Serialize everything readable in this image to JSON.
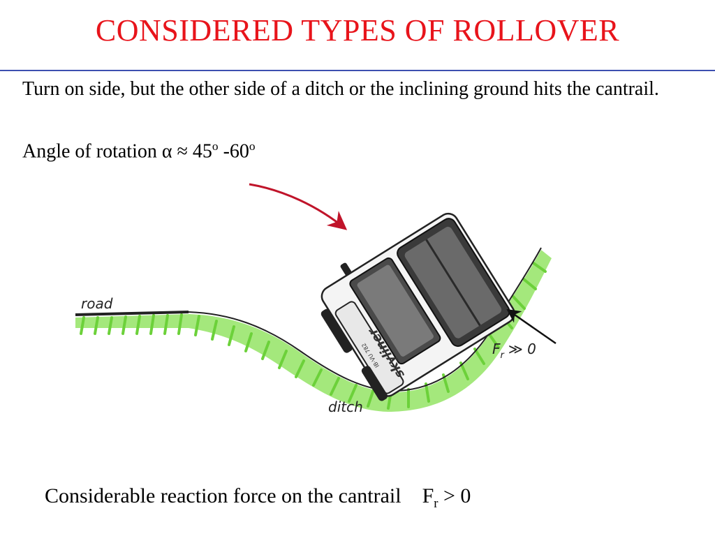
{
  "title": "CONSIDERED TYPES OF ROLLOVER",
  "description": "Turn on side, but the other side of a ditch or the inclining ground hits the cantrail.",
  "angle": {
    "prefix": "Angle of rotation",
    "alpha_symbol": "α",
    "approx_symbol": "≈",
    "value_from": "45",
    "value_to": "-60",
    "degree_mark": "o"
  },
  "diagram": {
    "road_label": "road",
    "ditch_label": "ditch",
    "force_label_main": "F",
    "force_label_sub": "r",
    "force_label_rel": "≫ 0",
    "bus_brand": "skyliner",
    "bus_plate": "IB·VU 782",
    "colors": {
      "grass": "#7fe04a",
      "ground_line": "#222222",
      "arrow_red": "#c0142a",
      "bus_dark": "#3a3a3a"
    }
  },
  "caption": {
    "text": "Considerable reaction force on the cantrail",
    "symbol_main": "F",
    "symbol_sub": "r",
    "relation": "> 0"
  }
}
